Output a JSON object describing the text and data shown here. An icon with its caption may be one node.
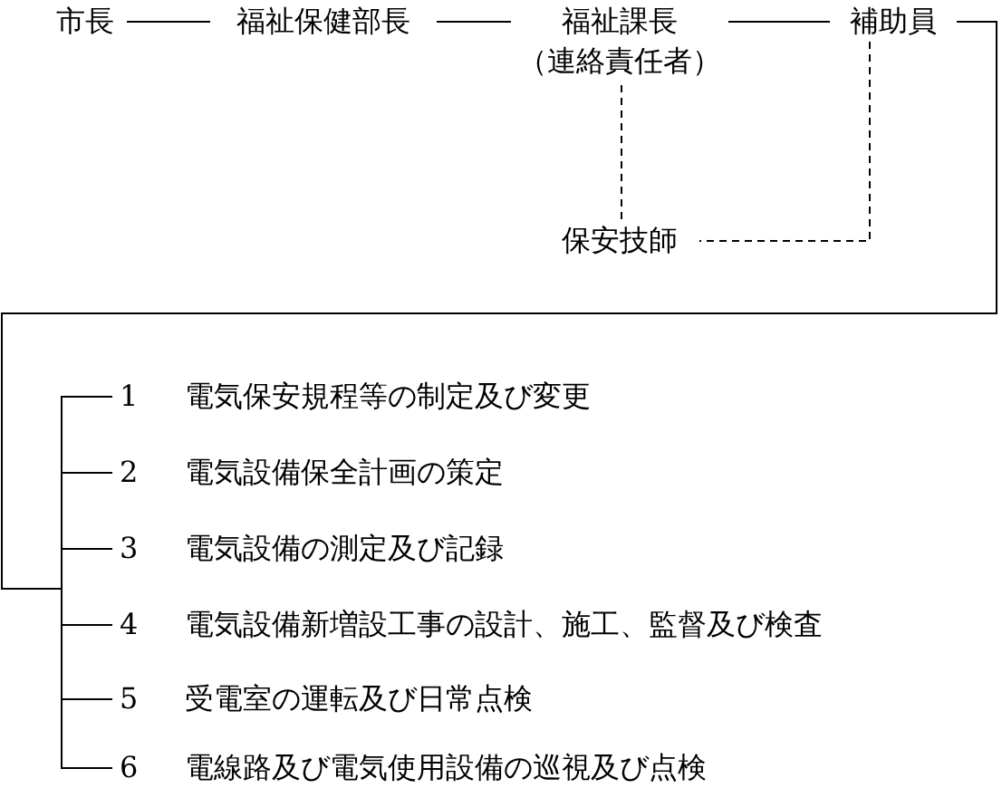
{
  "diagram": {
    "nodes": [
      {
        "text": [
          "市長"
        ]
      },
      {
        "text": [
          "福祉保健部長"
        ]
      },
      {
        "text": [
          "福祉課長",
          "（連絡責任者）"
        ]
      },
      {
        "text": [
          "補助員"
        ]
      },
      {
        "text": [
          "保安技師"
        ]
      },
      {
        "text": [
          "1",
          "電気保安規程等の制定及び変更"
        ]
      },
      {
        "text": [
          "2",
          "電気設備保全計画の策定"
        ]
      },
      {
        "text": [
          "3",
          "電気設備の測定及び記録"
        ]
      },
      {
        "text": [
          "4",
          "電気設備新増設工事の設計、施工、監督及び検査"
        ]
      },
      {
        "text": [
          "5",
          "受電室の運転及び日常点検"
        ]
      },
      {
        "text": [
          "6",
          "電線路及び電気使用設備の巡視及び点検"
        ]
      }
    ],
    "edges": [
      {
        "from": 0,
        "to": 1,
        "arrow": "none"
      },
      {
        "from": 1,
        "to": 2,
        "arrow": "none"
      },
      {
        "from": 2,
        "to": 3,
        "arrow": "none"
      },
      {
        "from": 2,
        "to": 4,
        "arrow": "none",
        "style": "dashed"
      },
      {
        "from": 3,
        "to": 4,
        "arrow": "none",
        "style": "dashed"
      },
      {
        "from": 3,
        "to": 5,
        "arrow": "none"
      },
      {
        "from": 3,
        "to": 6,
        "arrow": "none"
      },
      {
        "from": 3,
        "to": 7,
        "arrow": "none"
      },
      {
        "from": 3,
        "to": 8,
        "arrow": "none"
      },
      {
        "from": 3,
        "to": 9,
        "arrow": "none"
      },
      {
        "from": 3,
        "to": 10,
        "arrow": "none"
      }
    ]
  }
}
